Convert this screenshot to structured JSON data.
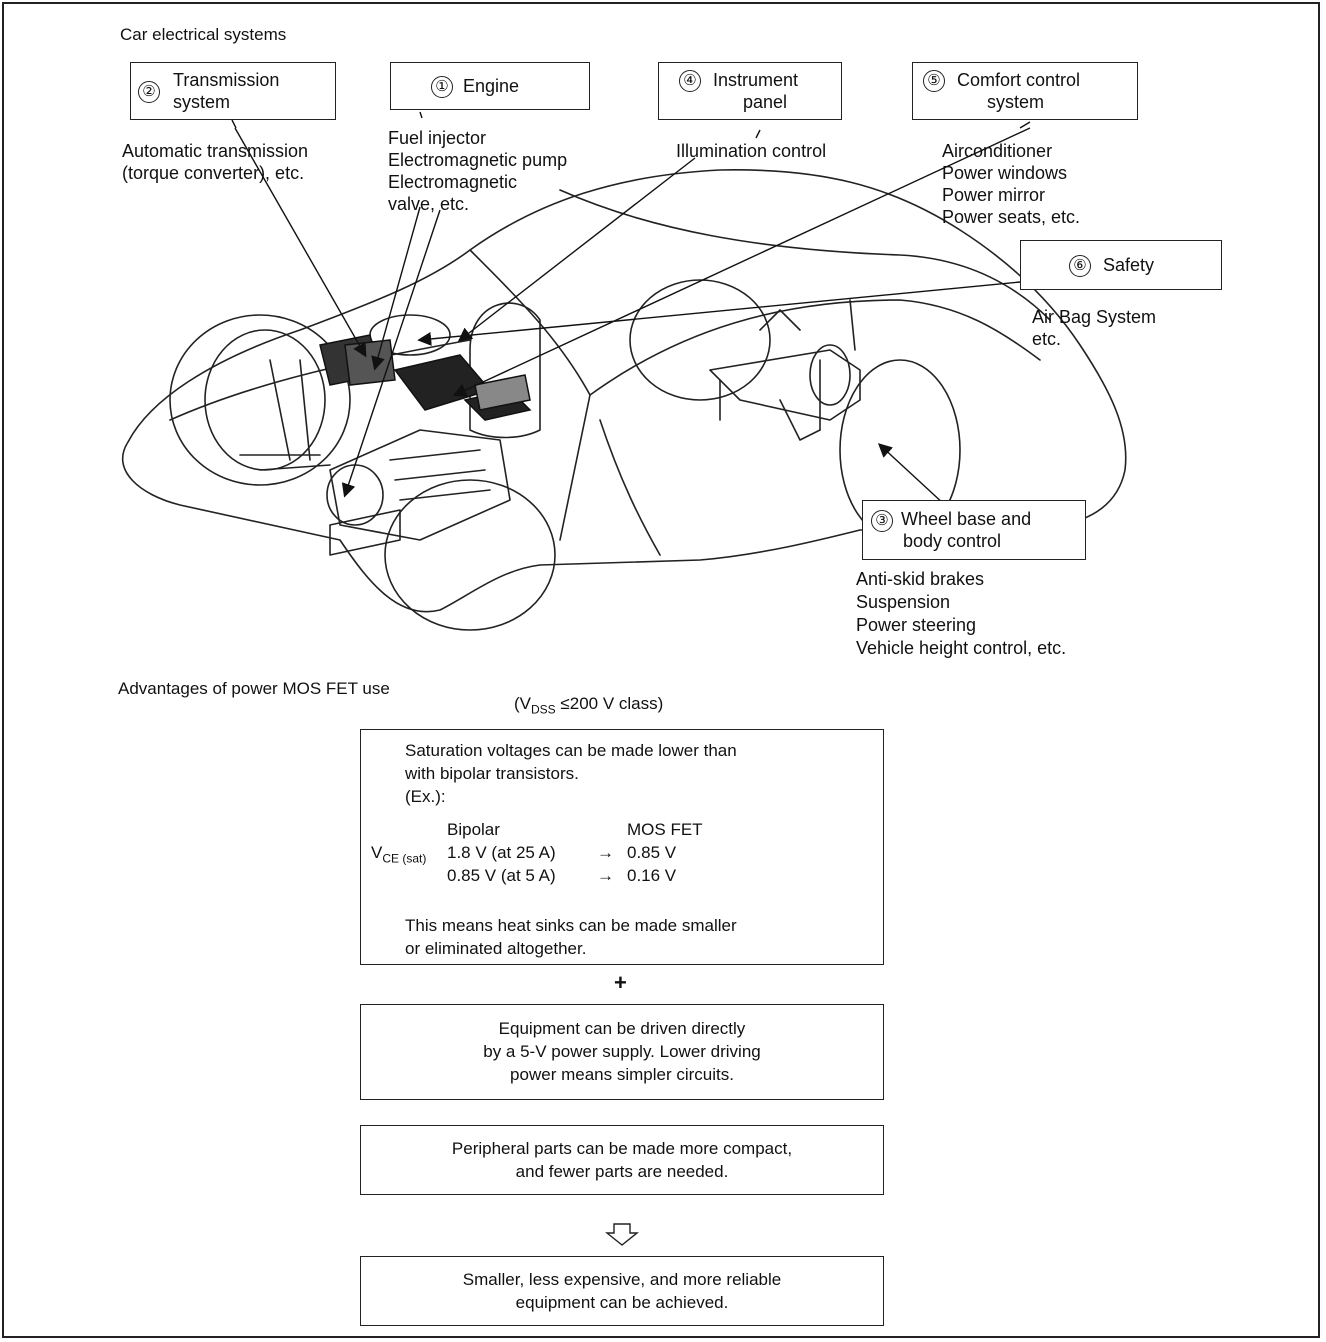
{
  "section1": {
    "title": "Car electrical systems"
  },
  "systems": [
    {
      "num": "②",
      "label_lines": [
        "Transmission",
        "system"
      ],
      "details": [
        "Automatic transmission",
        "(torque converter), etc."
      ]
    },
    {
      "num": "①",
      "label_lines": [
        "Engine"
      ],
      "details": [
        "Fuel injector",
        "Electromagnetic pump",
        "Electromagnetic",
        "valve, etc."
      ]
    },
    {
      "num": "④",
      "label_lines": [
        "Instrument",
        "panel"
      ],
      "details": [
        "Illumination control"
      ]
    },
    {
      "num": "⑤",
      "label_lines": [
        "Comfort control",
        "system"
      ],
      "details": [
        "Airconditioner",
        "Power windows",
        "Power mirror",
        "Power seats, etc."
      ]
    },
    {
      "num": "⑥",
      "label_lines": [
        "Safety"
      ],
      "details": [
        "Air Bag System",
        "etc."
      ]
    },
    {
      "num": "③",
      "label_lines": [
        "Wheel base and",
        "body control"
      ],
      "details": [
        "Anti-skid brakes",
        "Suspension",
        "Power steering",
        "Vehicle height control, etc."
      ]
    }
  ],
  "section2": {
    "title": "Advantages of power MOS FET use",
    "class_note": {
      "prefix": "(V",
      "sub": "DSS",
      "suffix": " ≤200 V class)"
    }
  },
  "advantage_box": {
    "intro_lines": [
      "Saturation voltages can be made lower than",
      "with bipolar transistors."
    ],
    "example": "(Ex.):",
    "vce_main": "V",
    "vce_sub": "CE (sat)",
    "col_bipolar": "Bipolar",
    "col_mosfet": "MOS FET",
    "arrow": "→",
    "rows": [
      {
        "bipolar": "1.8 V (at 25 A)",
        "mosfet": "0.85 V"
      },
      {
        "bipolar": "0.85 V (at 5 A)",
        "mosfet": "0.16 V"
      }
    ],
    "outro_lines": [
      "This means heat sinks can be made smaller",
      "or eliminated altogether."
    ]
  },
  "plus_sign": "+",
  "flow_boxes": [
    {
      "lines": [
        "Equipment can be driven directly",
        "by a 5-V power supply.  Lower driving",
        "power means simpler circuits."
      ]
    },
    {
      "lines": [
        "Peripheral parts can be made more compact,",
        "and fewer parts are needed."
      ]
    },
    {
      "lines": [
        "Smaller, less expensive, and more reliable",
        "equipment can be achieved."
      ]
    }
  ]
}
